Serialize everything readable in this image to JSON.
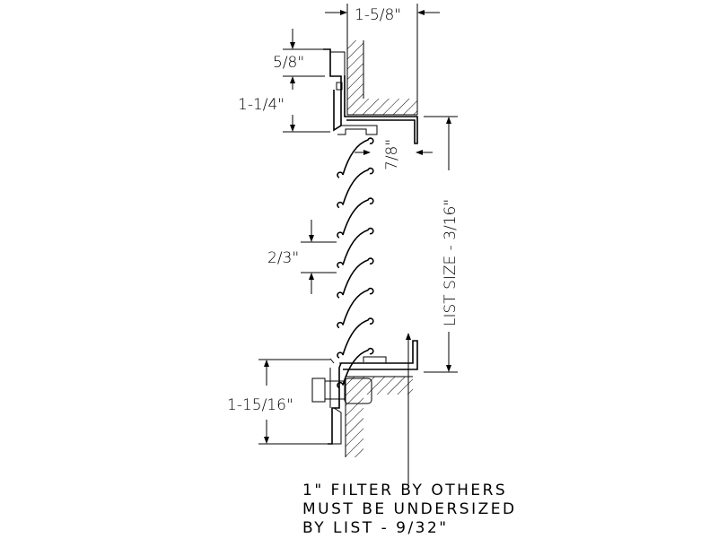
{
  "dimensions": {
    "top_width": "1-5/8\"",
    "top_flange": "5/8\"",
    "top_frame": "1-1/4\"",
    "blade_depth": "7/8\"",
    "blade_spacing": "2/3\"",
    "bottom_frame": "1-15/16\"",
    "list_size": "LIST SIZE - 3/16\""
  },
  "note": {
    "line1": "1\" FILTER BY OTHERS",
    "line2": "MUST BE UNDERSIZED",
    "line3": "BY LIST - 9/32\""
  },
  "colors": {
    "line": "#000000",
    "background": "#ffffff"
  }
}
